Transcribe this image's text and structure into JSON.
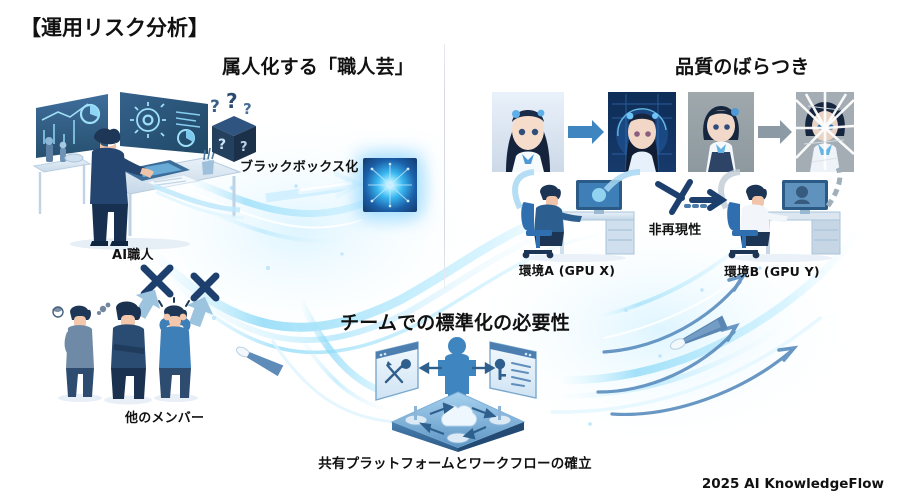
{
  "page": {
    "title": "【運用リスク分析】",
    "background_color": "#ffffff",
    "footer_credit": "2025 AI KnowledgeFlow"
  },
  "panels": {
    "left": {
      "heading": "属人化する「職人芸」",
      "labels": {
        "blackbox": "ブラックボックス化",
        "craftsman": "AI職人",
        "members": "他のメンバー"
      },
      "icons": {
        "question_box": "question-box-icon",
        "glow_node": "glow-node-icon",
        "cross_mark": "cross-mark-icon",
        "down_arrow": "down-arrow-icon"
      }
    },
    "right": {
      "heading": "品質のばらつき",
      "labels": {
        "env_a": "環境A (GPU X)",
        "env_b": "環境B (GPU Y)",
        "non_reproducible": "非再現性"
      },
      "icons": {
        "arrow_right": "arrow-right-icon",
        "broken_link": "broken-link-icon",
        "shatter": "shatter-glass-icon"
      }
    },
    "center": {
      "heading": "チームでの標準化の必要性",
      "caption": "共有プラットフォームとワークフローの確立",
      "icons": {
        "platform": "isometric-platform-icon",
        "person": "person-icon",
        "tools_card": "tools-card-icon",
        "key_card": "key-card-icon",
        "cloud": "cloud-icon",
        "cycle_arrows": "cycle-arrows-icon"
      }
    }
  },
  "colors": {
    "text": "#111111",
    "divider": "#d7dae3",
    "accent_blue": "#2f6fb0",
    "light_blue": "#8fd0f2",
    "deep_navy": "#1d3f6e",
    "flow_cyan": "#7fd8f5",
    "panel_blue": "#5f9fd0"
  }
}
